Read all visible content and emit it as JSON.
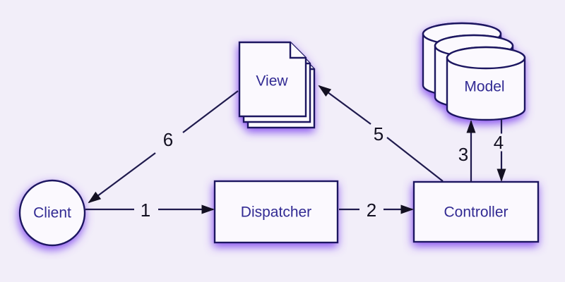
{
  "diagram": {
    "type": "mvc-architecture-flow",
    "nodes": {
      "client": {
        "label": "Client",
        "shape": "circle"
      },
      "dispatcher": {
        "label": "Dispatcher",
        "shape": "rectangle"
      },
      "controller": {
        "label": "Controller",
        "shape": "rectangle"
      },
      "view": {
        "label": "View",
        "shape": "document-stack",
        "stack_count": 3
      },
      "model": {
        "label": "Model",
        "shape": "database-stack",
        "stack_count": 3
      }
    },
    "arrows": [
      {
        "label": "1",
        "from": "client",
        "to": "dispatcher"
      },
      {
        "label": "2",
        "from": "dispatcher",
        "to": "controller"
      },
      {
        "label": "3",
        "from": "controller",
        "to": "model"
      },
      {
        "label": "4",
        "from": "model",
        "to": "controller"
      },
      {
        "label": "5",
        "from": "controller",
        "to": "view"
      },
      {
        "label": "6",
        "from": "view",
        "to": "client"
      }
    ],
    "colors": {
      "background": "#f2eef9",
      "shape_fill": "#fbf9fe",
      "shape_stroke": "#1c1961",
      "node_label_text": "#312c93",
      "arrow_line": "#1f1a4d",
      "arrow_number_text": "#131021",
      "glow": "#7c3fee"
    }
  }
}
